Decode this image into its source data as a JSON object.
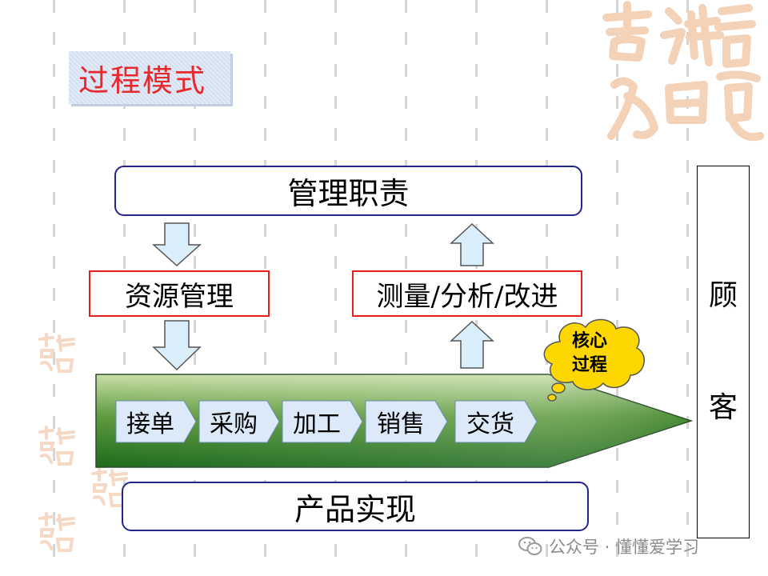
{
  "title": "过程模式",
  "top_box": "管理职责",
  "resource_box": "资源管理",
  "measure_box": "测量/分析/改进",
  "bottom_box": "产品实现",
  "customer": [
    "顾",
    "客"
  ],
  "steps": [
    "接单",
    "采购",
    "加工",
    "销售",
    "交货"
  ],
  "core_process": [
    "核心",
    "过程"
  ],
  "footer": "公众号 · 懂懂爱学习",
  "watermark_text": "吉祥如意",
  "colors": {
    "title_red": "#e8282c",
    "box_border_navy": "#23238c",
    "box_border_red": "#e61e1e",
    "band_green_dark": "#1d6a1d",
    "band_green_light": "#c9dfa8",
    "cloud_yellow": "#ffd700",
    "arrow_fill": "#dbeefb",
    "step_fill": "#dbe9f8"
  }
}
